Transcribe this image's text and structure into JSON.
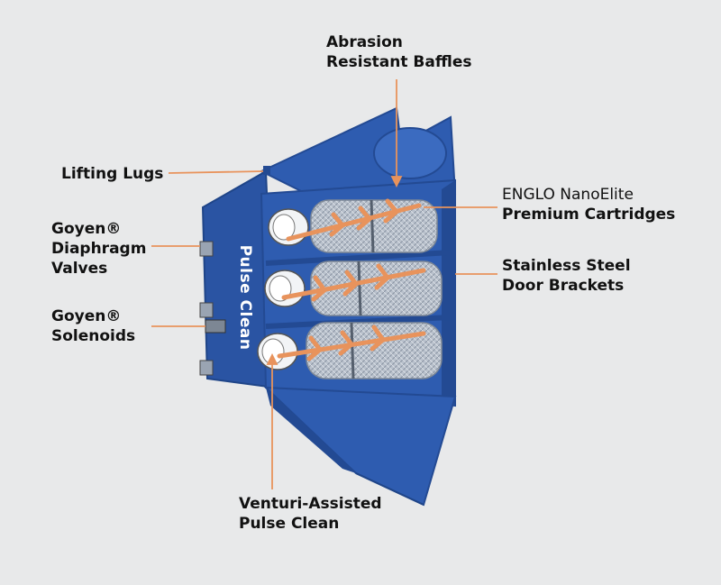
{
  "colors": {
    "background": "#e8e9ea",
    "housing": "#2e5cb0",
    "housing_dark": "#234a93",
    "arrow": "#e8935c",
    "leader": "#e8935c",
    "cartridge": "#c9cfd8"
  },
  "labels": {
    "abrasion_line1": "Abrasion",
    "abrasion_line2": "Resistant Baffles",
    "lifting_lugs": "Lifting Lugs",
    "diaphragm_line1": "Goyen®",
    "diaphragm_line2": "Diaphragm",
    "diaphragm_line3": "Valves",
    "solenoids_line1": "Goyen®",
    "solenoids_line2": "Solenoids",
    "cartridges_line1": "ENGLO NanoElite",
    "cartridges_line2": "Premium Cartridges",
    "door_line1": "Stainless Steel",
    "door_line2": "Door Brackets",
    "venturi_line1": "Venturi-Assisted",
    "venturi_line2": "Pulse Clean",
    "pulse_clean": "Pulse Clean"
  }
}
